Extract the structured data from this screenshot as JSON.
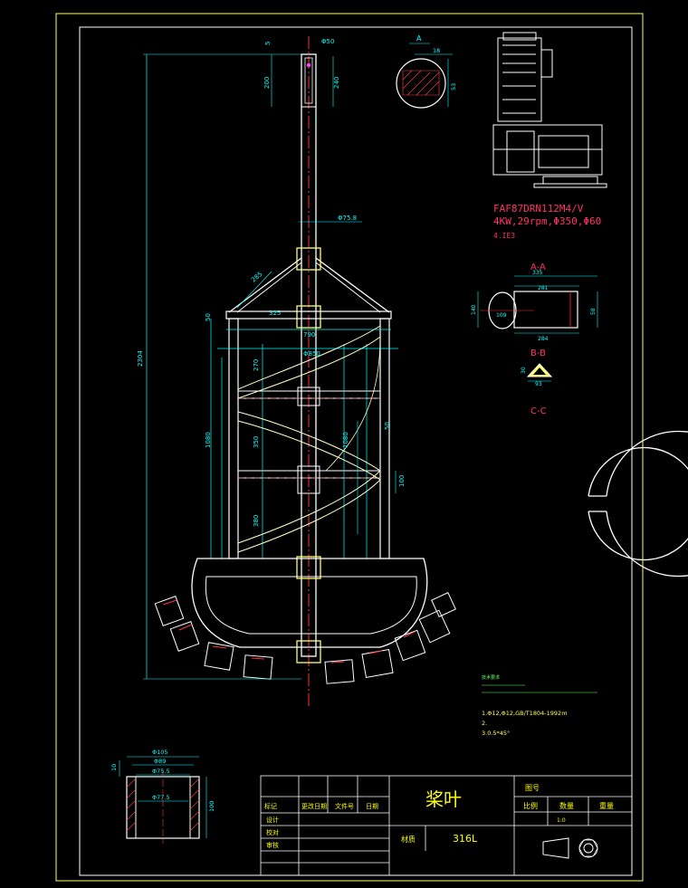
{
  "dimensions": {
    "d1": "5",
    "d2": "Φ50",
    "d3": "200",
    "d4": "240",
    "d5": "2304",
    "d6": "Φ75.8",
    "d7": "285",
    "d8": "50",
    "d9": "790",
    "d10": "Φ850",
    "d11": "270",
    "d12": "1080",
    "d13": "350",
    "d14": "1080",
    "d15": "100",
    "d16": "380",
    "d17": "50",
    "d18": "325"
  },
  "section_top": {
    "label": "A",
    "w": "18",
    "h": "53"
  },
  "motor_note": {
    "line1": "FAF87DRN112M4/V",
    "line2": "4KW,29rpm,Φ350,Φ60",
    "line3": "4.IE3"
  },
  "section_aa": {
    "title": "A-A",
    "d_total": "335",
    "d_inner": "281",
    "d_left": "140",
    "d_small": "109",
    "d_bottom": "284",
    "d_right": "58"
  },
  "section_bb": {
    "title": "B-B",
    "d_w": "93",
    "d_h": "30"
  },
  "section_cc": {
    "title": "C-C"
  },
  "notes": {
    "n1": "1.Φ12,Φ12,GB/T1804-1992m",
    "n2": "2.",
    "n3": "3.0.5*45°",
    "small_title": "技术要求"
  },
  "bushing": {
    "d1": "Φ105",
    "d2": "Φ89",
    "d3": "Φ75.5",
    "d4": "Φ77.5",
    "d5": "10",
    "d6": "100"
  },
  "title_block": {
    "part_name": "桨叶",
    "material_label": "材质",
    "material": "316L",
    "drawing_no_label": "图号",
    "scale_label": "比例",
    "qty_label": "数量",
    "weight_label": "重量",
    "scale_value": "1:0",
    "mark_label": "标记",
    "change_label": "更改日期",
    "doc_label": "文件号",
    "date_label": "日期",
    "design_label": "设计",
    "check_label": "校对",
    "approve_label": "审核"
  },
  "colors": {
    "frame": "#ffff66",
    "outline": "#ffffff",
    "dim": "#00ffff",
    "center": "#ff3333",
    "note": "#ff3366",
    "hatch": "#ff4444",
    "tb_text": "#ffff00"
  }
}
